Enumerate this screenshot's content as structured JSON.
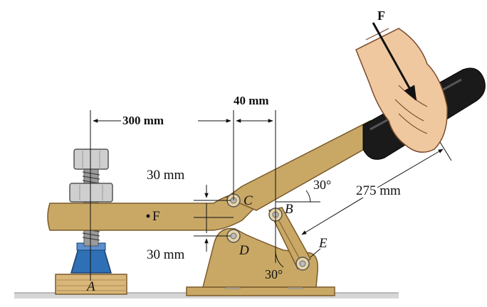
{
  "labels": {
    "force_top": "F",
    "dim_300": "300 mm",
    "dim_40": "40 mm",
    "dim_30_top": "30 mm",
    "dim_30_bottom": "30 mm",
    "dim_275": "275 mm",
    "angle_handle": "30°",
    "angle_link": "30°",
    "point_A": "A",
    "point_B": "B",
    "point_C": "C",
    "point_D": "D",
    "point_E": "E",
    "point_F": "F"
  },
  "colors": {
    "frame": "#c9a866",
    "frame_dark": "#8a6a2e",
    "base_block": "#d9b67a",
    "screw_blue": "#2f6fb5",
    "nut_gray": "#bdbdbd",
    "grip": "#1a1a1a",
    "hand": "#f0c8a0",
    "ground": "#cfcfcf"
  }
}
